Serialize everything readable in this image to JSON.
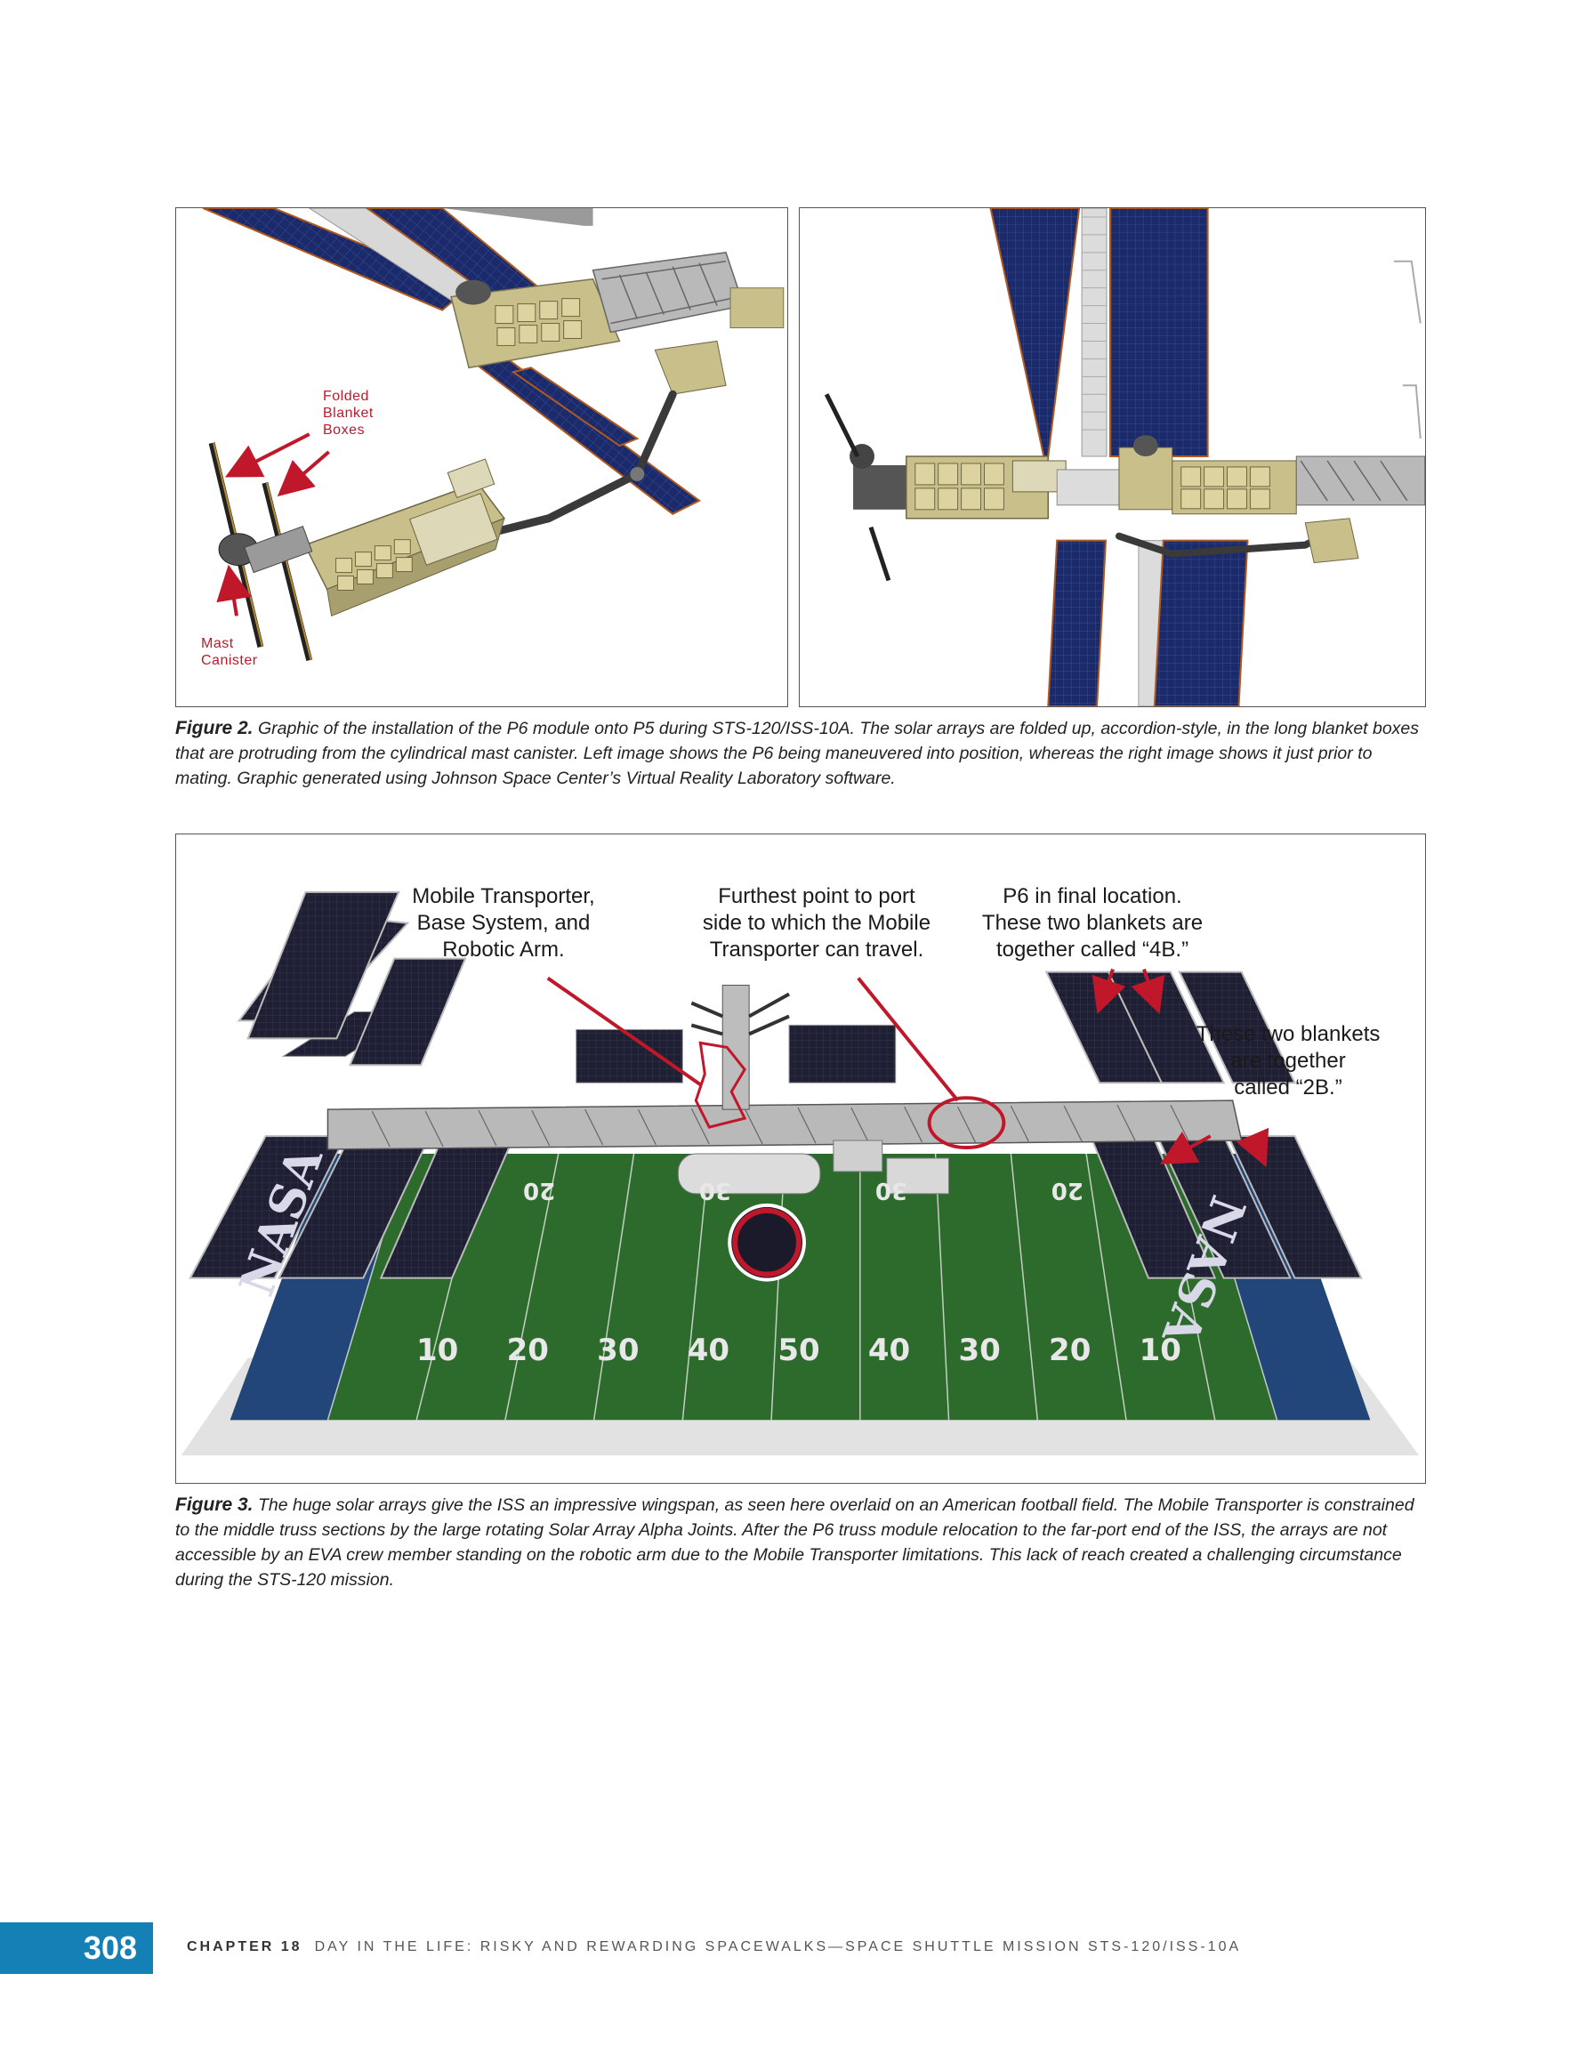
{
  "figure2": {
    "left_image": {
      "callouts": {
        "folded_blanket_boxes": [
          "Folded",
          "Blanket",
          "Boxes"
        ],
        "mast_canister": [
          "Mast",
          "Canister"
        ]
      }
    },
    "caption": {
      "label": "Figure 2.",
      "text": " Graphic of the installation of the P6 module onto P5 during STS-120/ISS-10A. The solar arrays are folded up, accordion-style, in the long blanket boxes that are protruding from the cylindrical mast canister. Left image shows the P6 being maneuvered into position, whereas the right image shows it just prior to mating. Graphic generated using Johnson Space Center’s Virtual Reality Laboratory software."
    }
  },
  "figure3": {
    "callouts": {
      "mobile_transporter": [
        "Mobile Transporter,",
        "Base System, and",
        "Robotic Arm."
      ],
      "furthest_point": [
        "Furthest point to port",
        "side to which the Mobile",
        "Transporter can travel."
      ],
      "p6_final": [
        "P6 in final location.",
        "These two blankets are",
        "together called “4B.”"
      ],
      "blankets_2b": [
        "These two blankets",
        "are together",
        "called “2B.”"
      ]
    },
    "field": {
      "yard_lines": [
        "10",
        "20",
        "30",
        "40",
        "50",
        "40",
        "30",
        "20",
        "10"
      ],
      "far_yard_lines": [
        "20",
        "30",
        "30",
        "20"
      ],
      "endzone_left": "NASA",
      "endzone_right": "NASA"
    },
    "caption": {
      "label": "Figure 3.",
      "text": " The huge solar arrays give the ISS an impressive wingspan, as seen here overlaid on an American football field. The Mobile Transporter is constrained to the middle truss sections by the large rotating Solar Array Alpha Joints. After the P6 truss module relocation to the far-port end of the ISS, the arrays are not accessible by an EVA crew member standing on the robotic arm due to the Mobile Transporter limitations. This lack of reach created a challenging circumstance during the STS-120 mission."
    }
  },
  "footer": {
    "page_number": "308",
    "chapter_label": "CHAPTER 18",
    "chapter_title": "DAY IN THE LIFE: RISKY AND REWARDING SPACEWALKS—SPACE SHUTTLE MISSION STS-120/ISS-10A"
  },
  "colors": {
    "callout_red": "#c0182a",
    "solar_blue": "#1b2a6b",
    "solar_dark": "#2a2a3a",
    "field_green": "#2d6b2d",
    "truss_tan": "#c8bf8a",
    "page_number_bg": "#1580b5"
  }
}
